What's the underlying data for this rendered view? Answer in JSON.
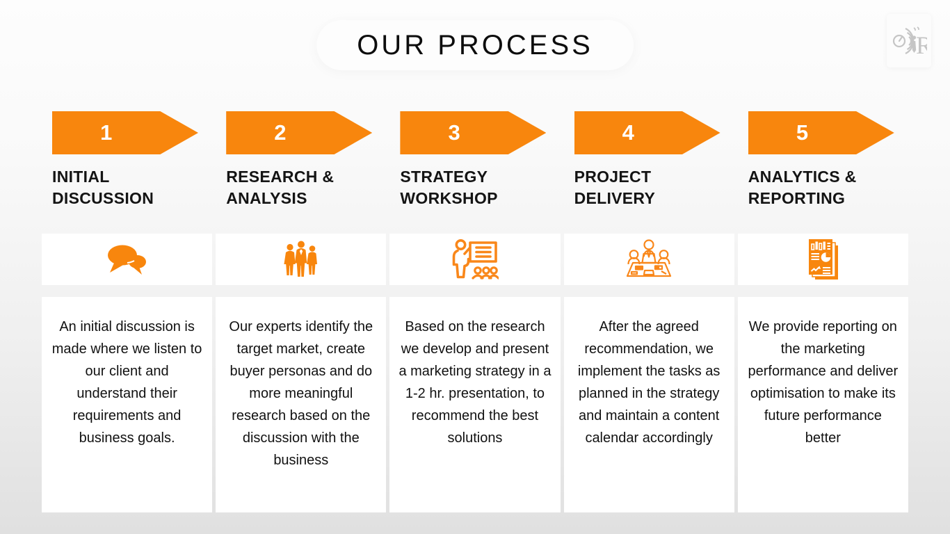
{
  "title": "OUR PROCESS",
  "logo": {
    "letter": "R",
    "name": "brand-logo"
  },
  "colors": {
    "accent": "#F8860D",
    "background_top": "#FDFDFD",
    "background_bottom": "#E0E0E0",
    "card": "#FFFFFF",
    "text_dark": "#141414",
    "number_text": "#FFFFFF",
    "logo_gray": "#C5C5C5"
  },
  "steps": [
    {
      "number": "1",
      "title": "INITIAL\nDISCUSSION",
      "icon": "chat-icon",
      "description": "An initial discussion is made where we listen to our client and understand their requirements and business goals."
    },
    {
      "number": "2",
      "title": "RESEARCH &\nANALYSIS",
      "icon": "team-icon",
      "description": "Our experts identify the target market, create buyer personas and do more meaningful research based on the discussion with the business"
    },
    {
      "number": "3",
      "title": "STRATEGY\nWORKSHOP",
      "icon": "presentation-icon",
      "description": "Based on the research we develop and present a marketing strategy in a 1-2 hr. presentation, to recommend the best solutions"
    },
    {
      "number": "4",
      "title": "PROJECT\nDELIVERY",
      "icon": "meeting-icon",
      "description": "After the agreed recommendation, we implement the tasks as planned in the strategy and maintain a content calendar accordingly"
    },
    {
      "number": "5",
      "title": "ANALYTICS &\nREPORTING",
      "icon": "report-icon",
      "description": "We provide reporting on the marketing performance and deliver optimisation to make its future performance better"
    }
  ]
}
